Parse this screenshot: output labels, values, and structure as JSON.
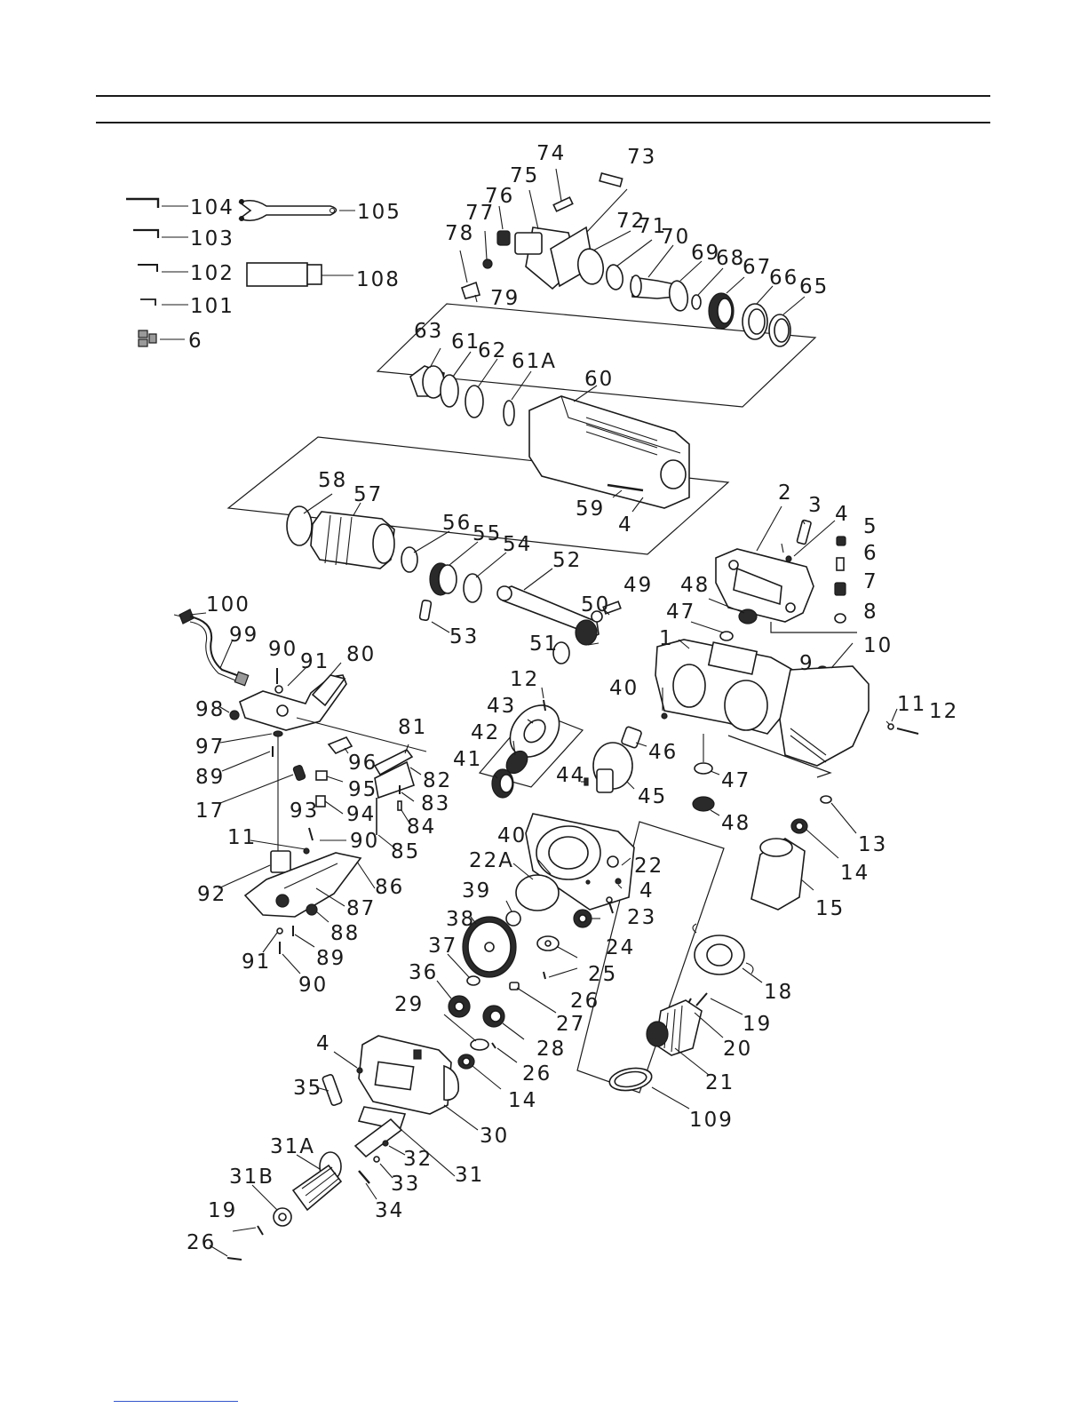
{
  "diagram": {
    "callouts": {
      "c1": "1",
      "c2": "2",
      "c3": "3",
      "c4a": "4",
      "c4b": "4",
      "c4c": "4",
      "c4d": "4",
      "c5": "5",
      "c6a": "6",
      "c6b": "6",
      "c7": "7",
      "c8": "8",
      "c9": "9",
      "c10": "10",
      "c11a": "11",
      "c11b": "11",
      "c12a": "12",
      "c12b": "12",
      "c13": "13",
      "c14a": "14",
      "c14b": "14",
      "c15": "15",
      "c17": "17",
      "c18": "18",
      "c19a": "19",
      "c19b": "19",
      "c20": "20",
      "c21": "21",
      "c22": "22",
      "c22A": "22A",
      "c23": "23",
      "c24": "24",
      "c25": "25",
      "c26a": "26",
      "c26b": "26",
      "c26c": "26",
      "c27": "27",
      "c28": "28",
      "c29": "29",
      "c30": "30",
      "c31": "31",
      "c31A": "31A",
      "c31B": "31B",
      "c32": "32",
      "c33": "33",
      "c34": "34",
      "c35": "35",
      "c36": "36",
      "c37": "37",
      "c38": "38",
      "c39": "39",
      "c40a": "40",
      "c40b": "40",
      "c41": "41",
      "c42": "42",
      "c43": "43",
      "c44": "44",
      "c45": "45",
      "c46": "46",
      "c47a": "47",
      "c47b": "47",
      "c48a": "48",
      "c48b": "48",
      "c49": "49",
      "c50": "50",
      "c51": "51",
      "c52": "52",
      "c53": "53",
      "c54": "54",
      "c55": "55",
      "c56": "56",
      "c57": "57",
      "c58": "58",
      "c59": "59",
      "c60": "60",
      "c61": "61",
      "c61A": "61A",
      "c62": "62",
      "c63": "63",
      "c65": "65",
      "c66": "66",
      "c67": "67",
      "c68": "68",
      "c69": "69",
      "c70": "70",
      "c71": "71",
      "c72": "72",
      "c73": "73",
      "c74": "74",
      "c75": "75",
      "c76": "76",
      "c77": "77",
      "c78": "78",
      "c79": "79",
      "c80": "80",
      "c81": "81",
      "c82": "82",
      "c83": "83",
      "c84": "84",
      "c85": "85",
      "c86": "86",
      "c87": "87",
      "c88": "88",
      "c89a": "89",
      "c89b": "89",
      "c90a": "90",
      "c90b": "90",
      "c90c": "90",
      "c91a": "91",
      "c91b": "91",
      "c92": "92",
      "c93": "93",
      "c94": "94",
      "c95": "95",
      "c96": "96",
      "c97": "97",
      "c98": "98",
      "c99": "99",
      "c100": "100",
      "c101": "101",
      "c102": "102",
      "c103": "103",
      "c104": "104",
      "c105": "105",
      "c108": "108",
      "c109": "109"
    }
  },
  "colors": {
    "ink": "#1a1a1a",
    "dark_part": "#2a2a2a",
    "grey_part": "#9a9a9a",
    "footer_link": "#3355cc"
  }
}
